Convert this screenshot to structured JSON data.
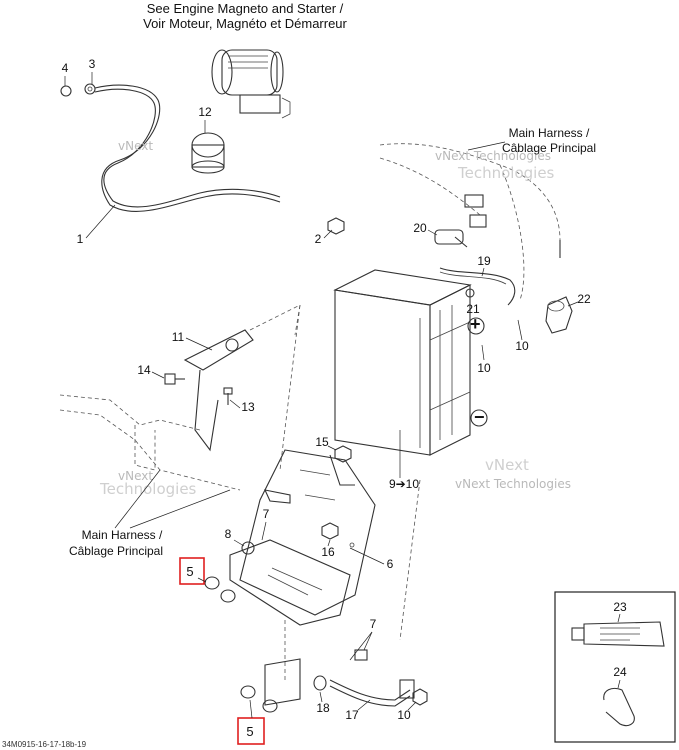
{
  "header": {
    "line1": "See Engine Magneto and Starter /",
    "line2": "Voir Moteur, Magnéto et Démarreur"
  },
  "main_harness_top": {
    "line1": "Main Harness /",
    "line2": "Câblage Principal"
  },
  "main_harness_left": {
    "line1": "Main Harness /",
    "line2": "Câblage Principal"
  },
  "watermark": {
    "brand": "vNext",
    "text": "vNext Technologies",
    "sub": "Technologies"
  },
  "callouts": {
    "c1": "1",
    "c2": "2",
    "c3": "3",
    "c4": "4",
    "c5a": "5",
    "c5b": "5",
    "c6": "6",
    "c7a": "7",
    "c7b": "7",
    "c8": "8",
    "c9": "9➔10",
    "c10a": "10",
    "c10b": "10",
    "c10c": "10",
    "c11": "11",
    "c12": "12",
    "c13": "13",
    "c14": "14",
    "c15": "15",
    "c16": "16",
    "c17": "17",
    "c18": "18",
    "c19": "19",
    "c20": "20",
    "c21": "21",
    "c22": "22",
    "c23": "23",
    "c24": "24"
  },
  "symbols": {
    "positive": "+",
    "negative": "−"
  },
  "footer": {
    "code": "34M0915-16-17-18b-19"
  },
  "highlight_color": "#e02020"
}
